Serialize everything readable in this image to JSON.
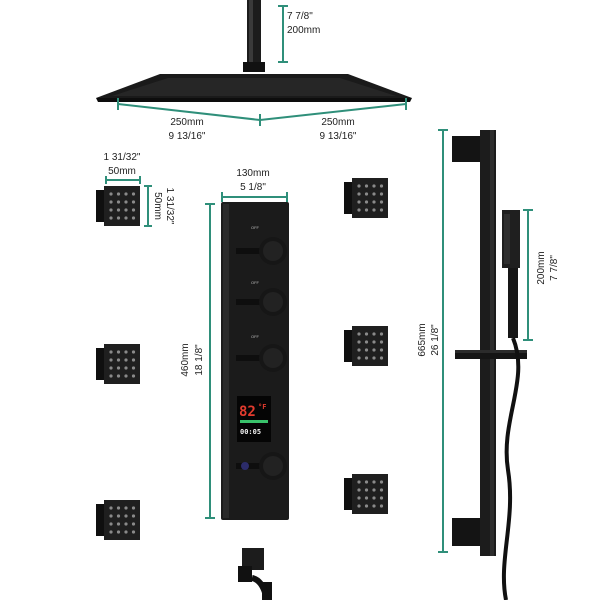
{
  "dimensions": {
    "ceiling_arm": {
      "inch": "7 7/8\"",
      "mm": "200mm"
    },
    "head_width_left": {
      "mm": "250mm",
      "inch": "9 13/16\""
    },
    "head_width_right": {
      "mm": "250mm",
      "inch": "9 13/16\""
    },
    "jet_width": {
      "inch": "1 31/32\"",
      "mm": "50mm"
    },
    "jet_height": {
      "inch": "1 31/32\"",
      "mm": "50mm"
    },
    "panel_width": {
      "mm": "130mm",
      "inch": "5 1/8\""
    },
    "panel_height": {
      "mm": "460mm",
      "inch": "18 1/8\""
    },
    "slide_bar_height": {
      "mm": "665mm",
      "inch": "26 1/8\""
    },
    "handheld_length": {
      "mm": "200mm",
      "inch": "7 7/8\""
    }
  },
  "panel": {
    "knob_labels": [
      "OFF",
      "OFF",
      "OFF"
    ],
    "display_temp": "82",
    "display_unit": "°F",
    "display_clock": "00:05"
  },
  "colors": {
    "dimension_line": "#2f8f7a",
    "product_finish": "#1c1c1c",
    "display_red": "#e23b2e",
    "display_green": "#39c26b"
  }
}
